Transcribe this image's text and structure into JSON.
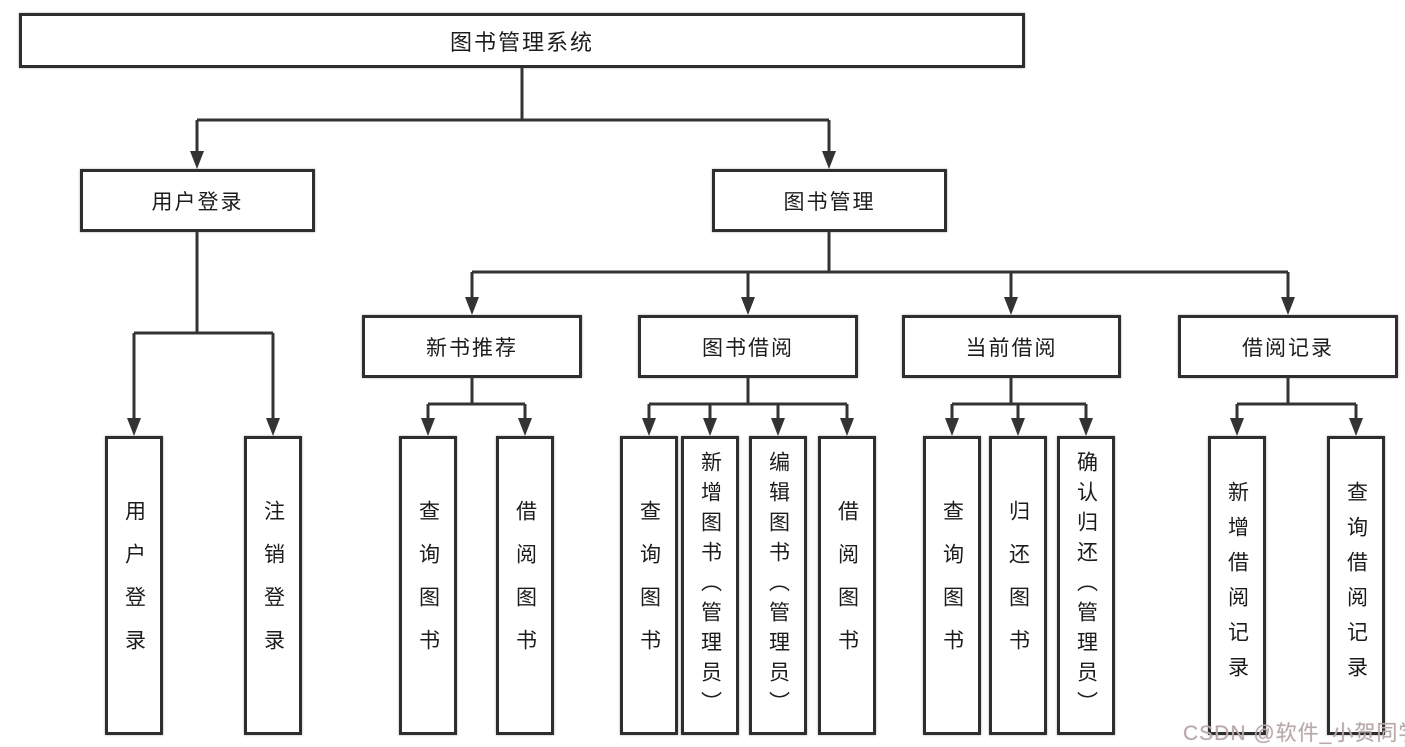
{
  "diagram": {
    "title": "图书管理系统",
    "level2": {
      "user_login": "用户登录",
      "book_mgmt": "图书管理"
    },
    "level3": {
      "new_books": "新书推荐",
      "book_borrow": "图书借阅",
      "current_borrow": "当前借阅",
      "borrow_records": "借阅记录"
    },
    "leaves": {
      "user_login": [
        "用户登录",
        "注销登录"
      ],
      "new_books": [
        "查询图书",
        "借阅图书"
      ],
      "book_borrow": [
        "查询图书",
        "新增图书（管理员）",
        "编辑图书（管理员）",
        "借阅图书"
      ],
      "current_borrow": [
        "查询图书",
        "归还图书",
        "确认归还（管理员）"
      ],
      "borrow_records": [
        "新增借阅记录",
        "查询借阅记录"
      ]
    }
  },
  "watermark": {
    "text": "CSDN @软件_小贺同学",
    "color": "#b9a9a9"
  },
  "colors": {
    "background": "#ffffff",
    "line": "#333333",
    "box_border": "#2e2e2e",
    "text": "#1c1c1c"
  }
}
